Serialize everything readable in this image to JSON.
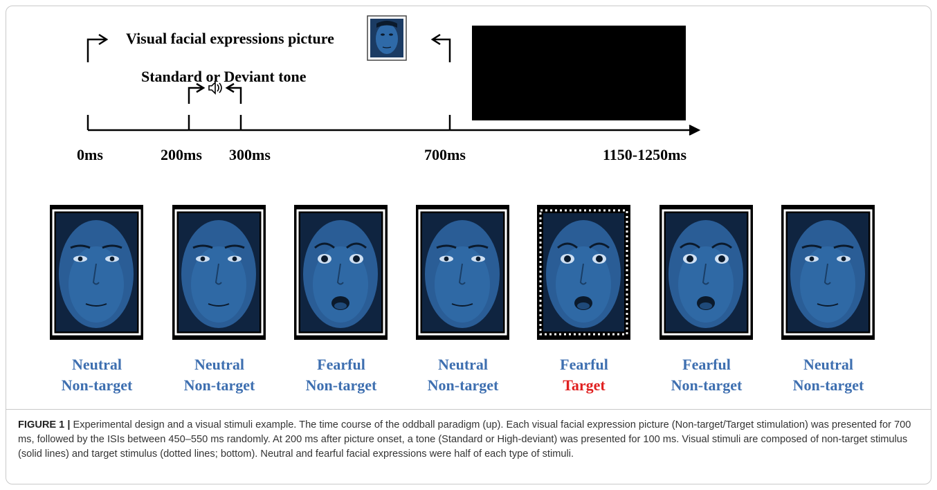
{
  "timeline": {
    "visual_label": "Visual facial expressions picture",
    "tone_label": "Standard or Deviant tone",
    "speaker_icon": "speaker-icon",
    "ticks": [
      "0ms",
      "200ms",
      "300ms",
      "700ms",
      "1150-1250ms"
    ]
  },
  "stimuli": [
    {
      "emotion": "Neutral",
      "role": "Non-target"
    },
    {
      "emotion": "Neutral",
      "role": "Non-target"
    },
    {
      "emotion": "Fearful",
      "role": "Non-target"
    },
    {
      "emotion": "Neutral",
      "role": "Non-target"
    },
    {
      "emotion": "Fearful",
      "role": "Target"
    },
    {
      "emotion": "Fearful",
      "role": "Non-target"
    },
    {
      "emotion": "Neutral",
      "role": "Non-target"
    }
  ],
  "colors": {
    "label_blue": "#3e6fb0",
    "target_red": "#e02020",
    "face_blue": "#2a5d96"
  },
  "caption": {
    "figure_label": "FIGURE 1 |",
    "text": "Experimental design and a visual stimuli example. The time course of the oddball paradigm (up). Each visual facial expression picture (Non-target/Target stimulation) was presented for 700 ms, followed by the ISIs between 450–550 ms randomly. At 200 ms after picture onset, a tone (Standard or High-deviant) was presented for 100 ms. Visual stimuli are composed of non-target stimulus (solid lines) and target stimulus (dotted lines; bottom). Neutral and fearful facial expressions were half of each type of stimuli."
  }
}
